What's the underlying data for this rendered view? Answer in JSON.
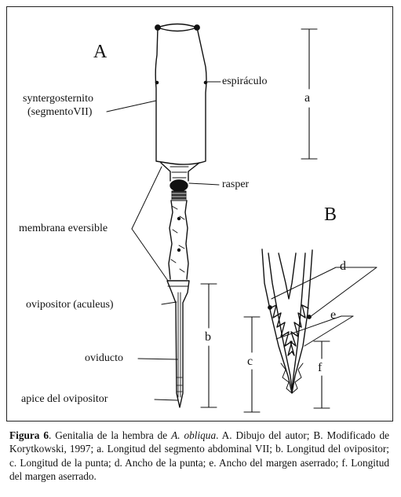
{
  "figure": {
    "panel_a_letter": "A",
    "panel_b_letter": "B",
    "labels": {
      "espiraculo": "espiráculo",
      "syntergosternito_line1": "syntergosternito",
      "syntergosternito_line2": "(segmentoVII)",
      "rasper": "rasper",
      "membrana": "membrana eversible",
      "ovipositor": "ovipositor (aculeus)",
      "oviducto": "oviducto",
      "apice": "apice del ovipositor"
    },
    "dimension_letters": {
      "a": "a",
      "b": "b",
      "c": "c",
      "d": "d",
      "e": "e",
      "f": "f"
    }
  },
  "caption": {
    "figure_label": "Figura 6",
    "text_1": ". Genitalia de la hembra de ",
    "species": "A. obliqua",
    "text_2": ". A. Dibujo del autor; B. Modificado de Korytkowski, 1997; a. Longitud del segmento abdominal VII; b. Longitud del ovipositor; c. Longitud de la punta; d. Ancho de la punta; e. Ancho del margen aserrado; f. Longitud del margen aserrado."
  }
}
